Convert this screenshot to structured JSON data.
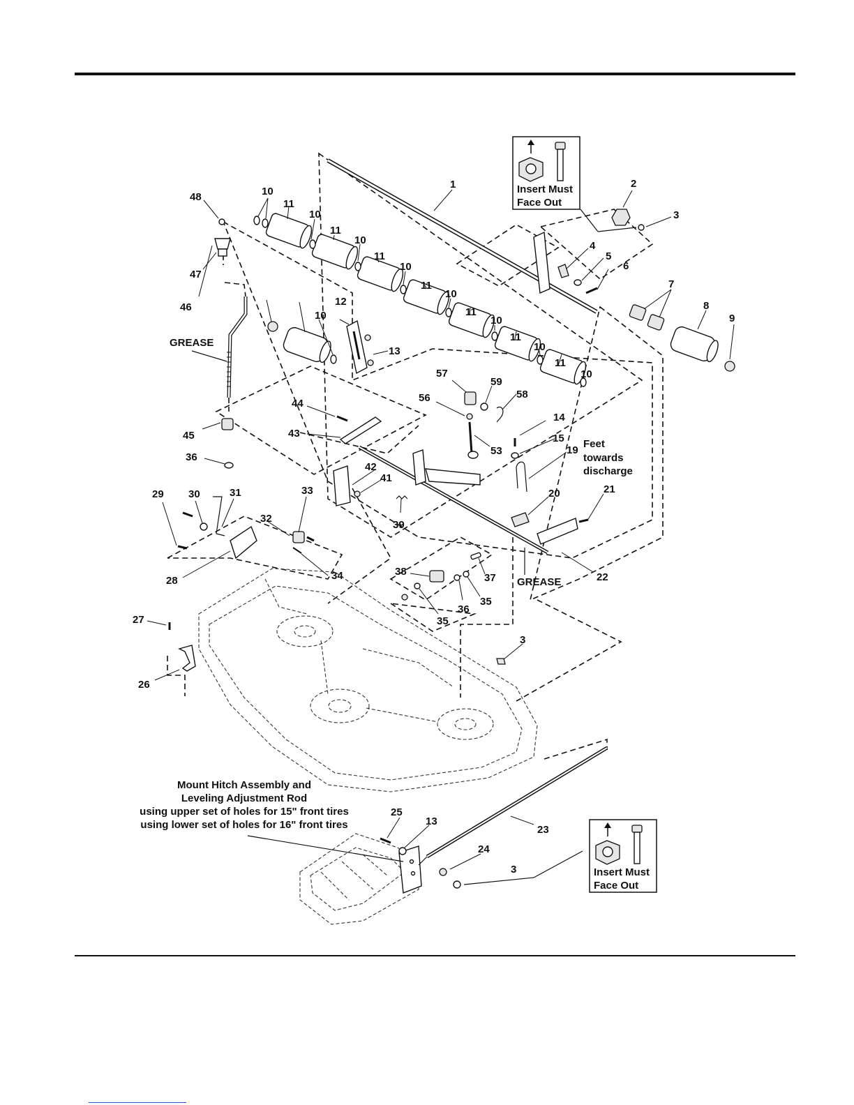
{
  "callouts": [
    {
      "n": "1"
    },
    {
      "n": "2"
    },
    {
      "n": "3"
    },
    {
      "n": "4"
    },
    {
      "n": "5"
    },
    {
      "n": "6"
    },
    {
      "n": "7"
    },
    {
      "n": "8"
    },
    {
      "n": "9"
    },
    {
      "n": "10"
    },
    {
      "n": "11"
    },
    {
      "n": "12"
    },
    {
      "n": "13"
    },
    {
      "n": "14"
    },
    {
      "n": "15"
    },
    {
      "n": "19"
    },
    {
      "n": "20"
    },
    {
      "n": "21"
    },
    {
      "n": "22"
    },
    {
      "n": "23"
    },
    {
      "n": "24"
    },
    {
      "n": "25"
    },
    {
      "n": "26"
    },
    {
      "n": "27"
    },
    {
      "n": "28"
    },
    {
      "n": "29"
    },
    {
      "n": "30"
    },
    {
      "n": "31"
    },
    {
      "n": "32"
    },
    {
      "n": "33"
    },
    {
      "n": "34"
    },
    {
      "n": "35"
    },
    {
      "n": "36"
    },
    {
      "n": "37"
    },
    {
      "n": "38"
    },
    {
      "n": "39"
    },
    {
      "n": "41"
    },
    {
      "n": "42"
    },
    {
      "n": "43"
    },
    {
      "n": "44"
    },
    {
      "n": "45"
    },
    {
      "n": "46"
    },
    {
      "n": "47"
    },
    {
      "n": "48"
    },
    {
      "n": "53"
    },
    {
      "n": "56"
    },
    {
      "n": "57"
    },
    {
      "n": "58"
    },
    {
      "n": "59"
    }
  ],
  "labels": {
    "grease": "GREASE",
    "insert_line1": "Insert Must",
    "insert_line2": "Face Out",
    "feet_line1": "Feet",
    "feet_line2": "towards",
    "feet_line3": "discharge",
    "mount_line1": "Mount Hitch Assembly and",
    "mount_line2": "Leveling Adjustment Rod",
    "mount_line3": "using upper set of holes for 15\" front tires",
    "mount_line4": "using lower set of holes for 16\" front tires"
  }
}
